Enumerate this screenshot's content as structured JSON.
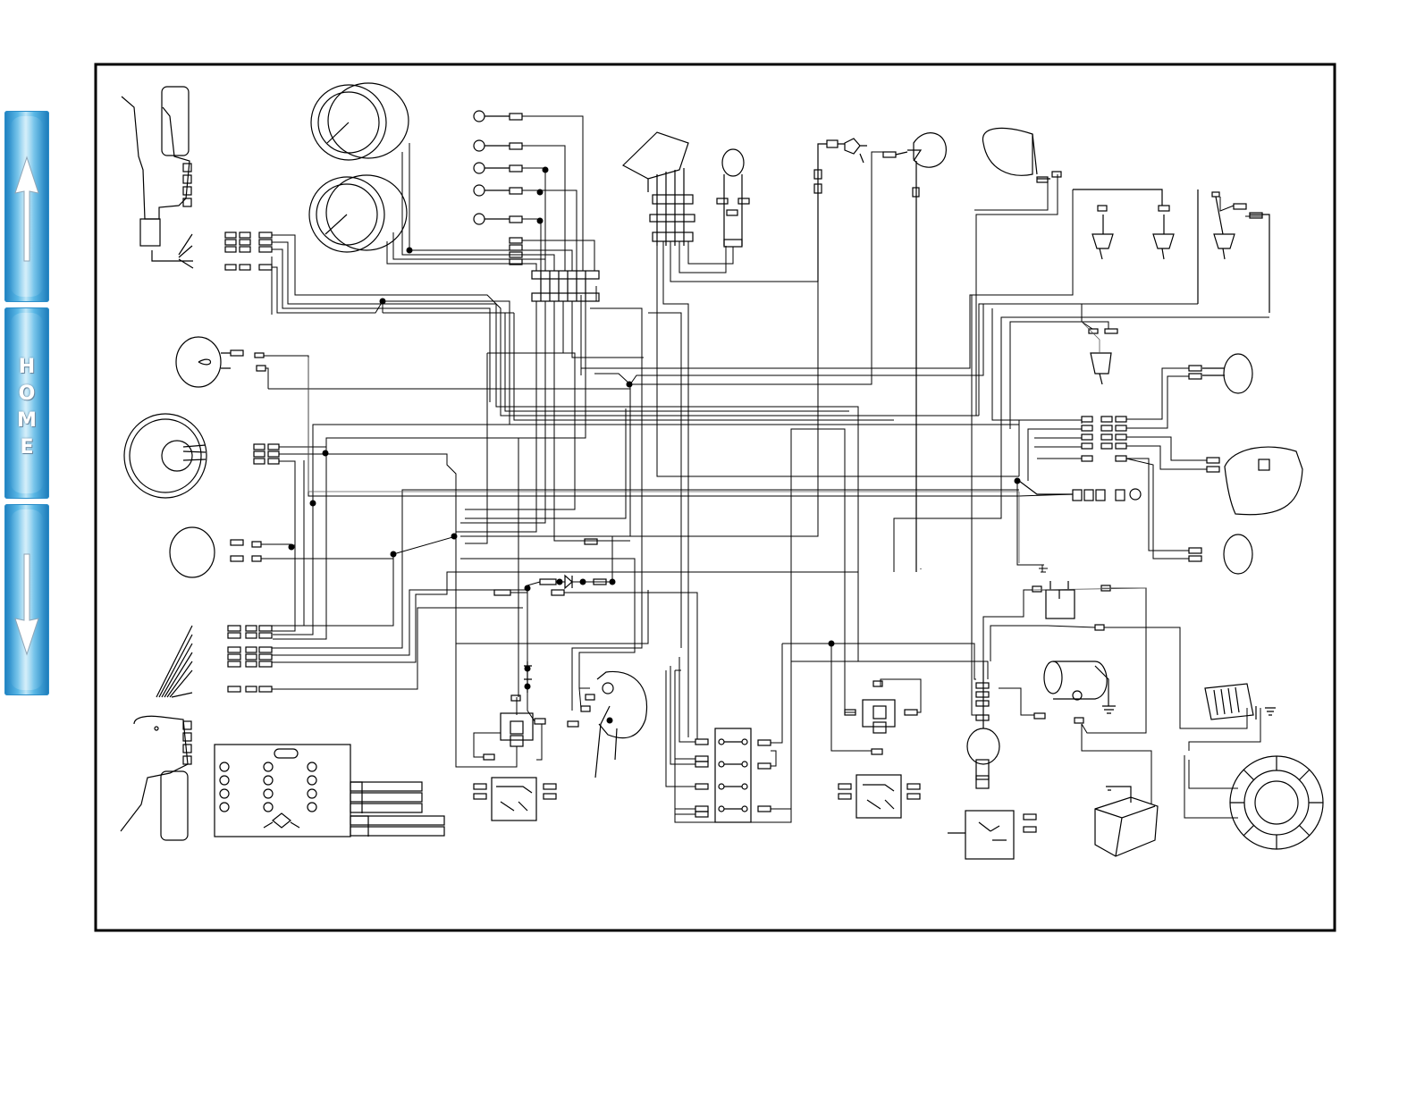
{
  "navigation": {
    "up_icon": "arrow-up-icon",
    "down_icon": "arrow-down-icon",
    "home_letters": [
      "H",
      "O",
      "M",
      "E"
    ]
  },
  "diagram": {
    "line_color": "#000000",
    "frame_color": "#000000",
    "background": "#ffffff",
    "nav_gradient": [
      "#1d7fc0",
      "#bfe6f7"
    ]
  }
}
